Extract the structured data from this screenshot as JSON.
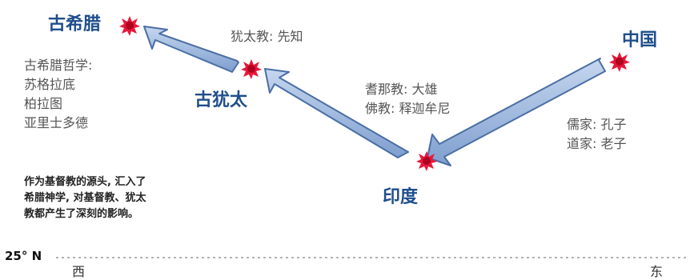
{
  "places": {
    "greece": "古希腊",
    "judea": "古犹太",
    "india": "印度",
    "china": "中国"
  },
  "greek_philosophy": {
    "title": "古希腊哲学:",
    "names": [
      "苏格拉底",
      "柏拉图",
      "亚里士多德"
    ]
  },
  "judaism": "犹太教: 先知",
  "india_religions": [
    "耆那教: 大雄",
    "佛教: 释迦牟尼"
  ],
  "china_schools": [
    "儒家: 孔子",
    "道家: 老子"
  ],
  "note_lines": [
    "作为基督教的源头, 汇入了",
    "希腊神学, 对基督教、犹太",
    "教都产生了深刻的影响。"
  ],
  "axis": {
    "latitude": "25° N",
    "west": "西",
    "east": "东"
  },
  "colors": {
    "arrow_fill": "#9db8de",
    "arrow_stroke": "#4a6fa5",
    "marker": "#e8173a",
    "place_text": "#1f4e8c"
  }
}
